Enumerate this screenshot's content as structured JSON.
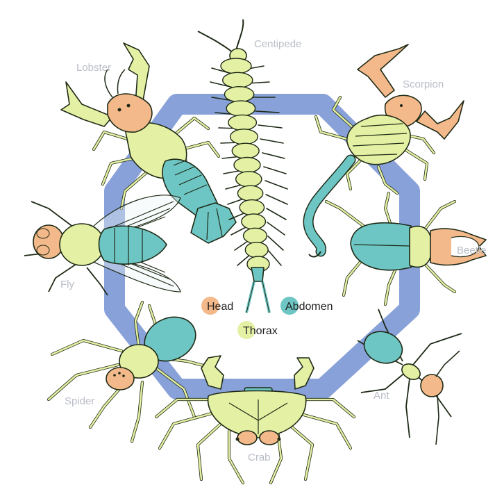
{
  "diagram": {
    "animals": [
      {
        "key": "centipede",
        "label": "Centipede"
      },
      {
        "key": "scorpion",
        "label": "Scorpion"
      },
      {
        "key": "lobster",
        "label": "Lobster"
      },
      {
        "key": "fly",
        "label": "Fly"
      },
      {
        "key": "beetle",
        "label": "Beetle"
      },
      {
        "key": "spider",
        "label": "Spider"
      },
      {
        "key": "crab",
        "label": "Crab"
      },
      {
        "key": "ant",
        "label": "Ant"
      }
    ],
    "legend": [
      {
        "key": "head",
        "label": "Head",
        "color": "#f4b98a"
      },
      {
        "key": "thorax",
        "label": "Thorax",
        "color": "#e4f0a3"
      },
      {
        "key": "abdomen",
        "label": "Abdomen",
        "color": "#6ec6c4"
      }
    ],
    "ring_color": "#7b97d4",
    "segment_colors": {
      "head": "#f4b98a",
      "thorax": "#e4f0a3",
      "abdomen": "#6ec6c4",
      "outline": "#1e2a16"
    }
  }
}
